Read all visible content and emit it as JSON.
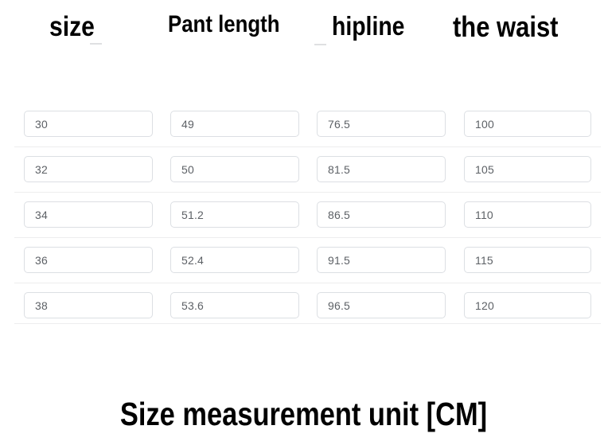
{
  "page": {
    "background_color": "#ffffff",
    "text_color": "#000000",
    "value_text_color": "#5d6166",
    "input_border_color": "#dcdfe3",
    "divider_color": "#ededee"
  },
  "table": {
    "headers": [
      {
        "key": "size",
        "label": "size"
      },
      {
        "key": "pant_length",
        "label": "Pant length"
      },
      {
        "key": "hipline",
        "label": "hipline"
      },
      {
        "key": "the_waist",
        "label": "the waist"
      }
    ],
    "columns": [
      "size",
      "pant_length",
      "hipline",
      "the_waist"
    ],
    "rows": [
      {
        "size": "30",
        "pant_length": "49",
        "hipline": "76.5",
        "the_waist": "100"
      },
      {
        "size": "32",
        "pant_length": "50",
        "hipline": "81.5",
        "the_waist": "105"
      },
      {
        "size": "34",
        "pant_length": "51.2",
        "hipline": "86.5",
        "the_waist": "110"
      },
      {
        "size": "36",
        "pant_length": "52.4",
        "hipline": "91.5",
        "the_waist": "115"
      },
      {
        "size": "38",
        "pant_length": "53.6",
        "hipline": "96.5",
        "the_waist": "120"
      }
    ]
  },
  "footer": {
    "caption": "Size measurement unit [CM]"
  }
}
